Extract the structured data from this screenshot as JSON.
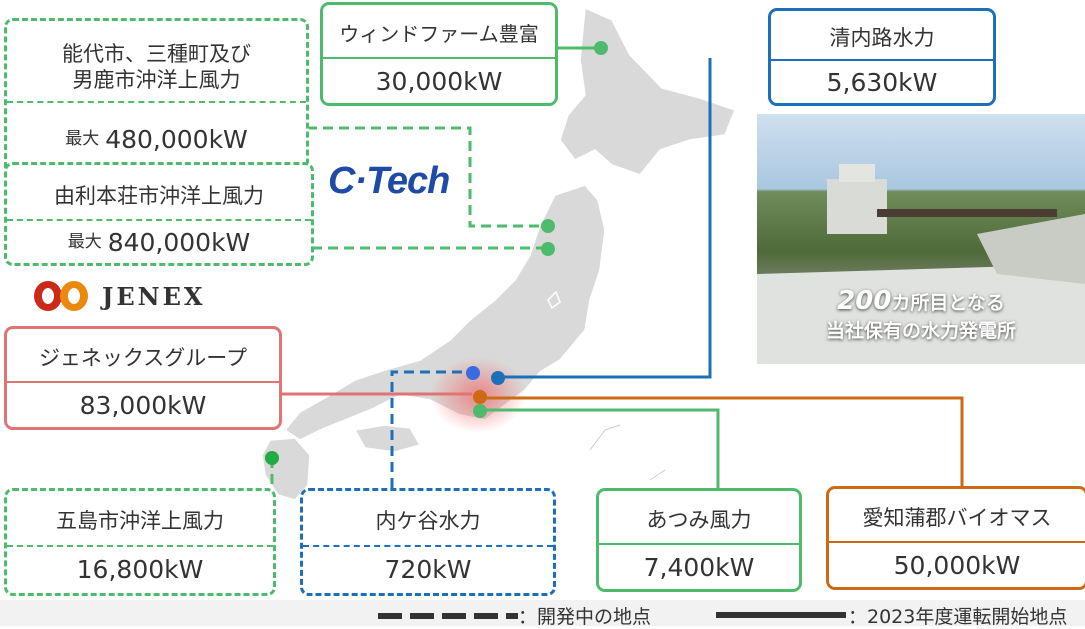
{
  "brand": {
    "ctech_logo_text": "C·Tech",
    "jenex_logo_text": "JENEX",
    "colors": {
      "green": "#4dbb6b",
      "blue": "#1c6fb8",
      "red": "#e07472",
      "orange": "#cc6a16"
    }
  },
  "sites": {
    "noshiro": {
      "name_line1": "能代市、三種町及び",
      "name_line2": "男鹿市沖洋上風力",
      "prefix": "最大",
      "capacity": "480,000kW"
    },
    "yurihonjo": {
      "name": "由利本荘市沖洋上風力",
      "prefix": "最大",
      "capacity": "840,000kW"
    },
    "wind_toyotomi": {
      "name": "ウィンドファーム豊富",
      "capacity": "30,000kW"
    },
    "kiyouchiji": {
      "name": "清内路水力",
      "capacity": "5,630kW"
    },
    "jenex_group": {
      "name": "ジェネックスグループ",
      "capacity": "83,000kW"
    },
    "goto": {
      "name": "五島市沖洋上風力",
      "capacity": "16,800kW"
    },
    "uchigaya": {
      "name": "内ケ谷水力",
      "capacity": "720kW"
    },
    "atsumi": {
      "name": "あつみ風力",
      "capacity": "7,400kW"
    },
    "gamagori": {
      "name": "愛知蒲郡バイオマス",
      "capacity": "50,000kW"
    }
  },
  "photo": {
    "caption_number": "200",
    "caption_line1_rest": "カ所目となる",
    "caption_line2": "当社保有の水力発電所"
  },
  "legend": {
    "dashed_label": "：開発中の地点",
    "solid_label": "：2023年度運転開始地点"
  }
}
